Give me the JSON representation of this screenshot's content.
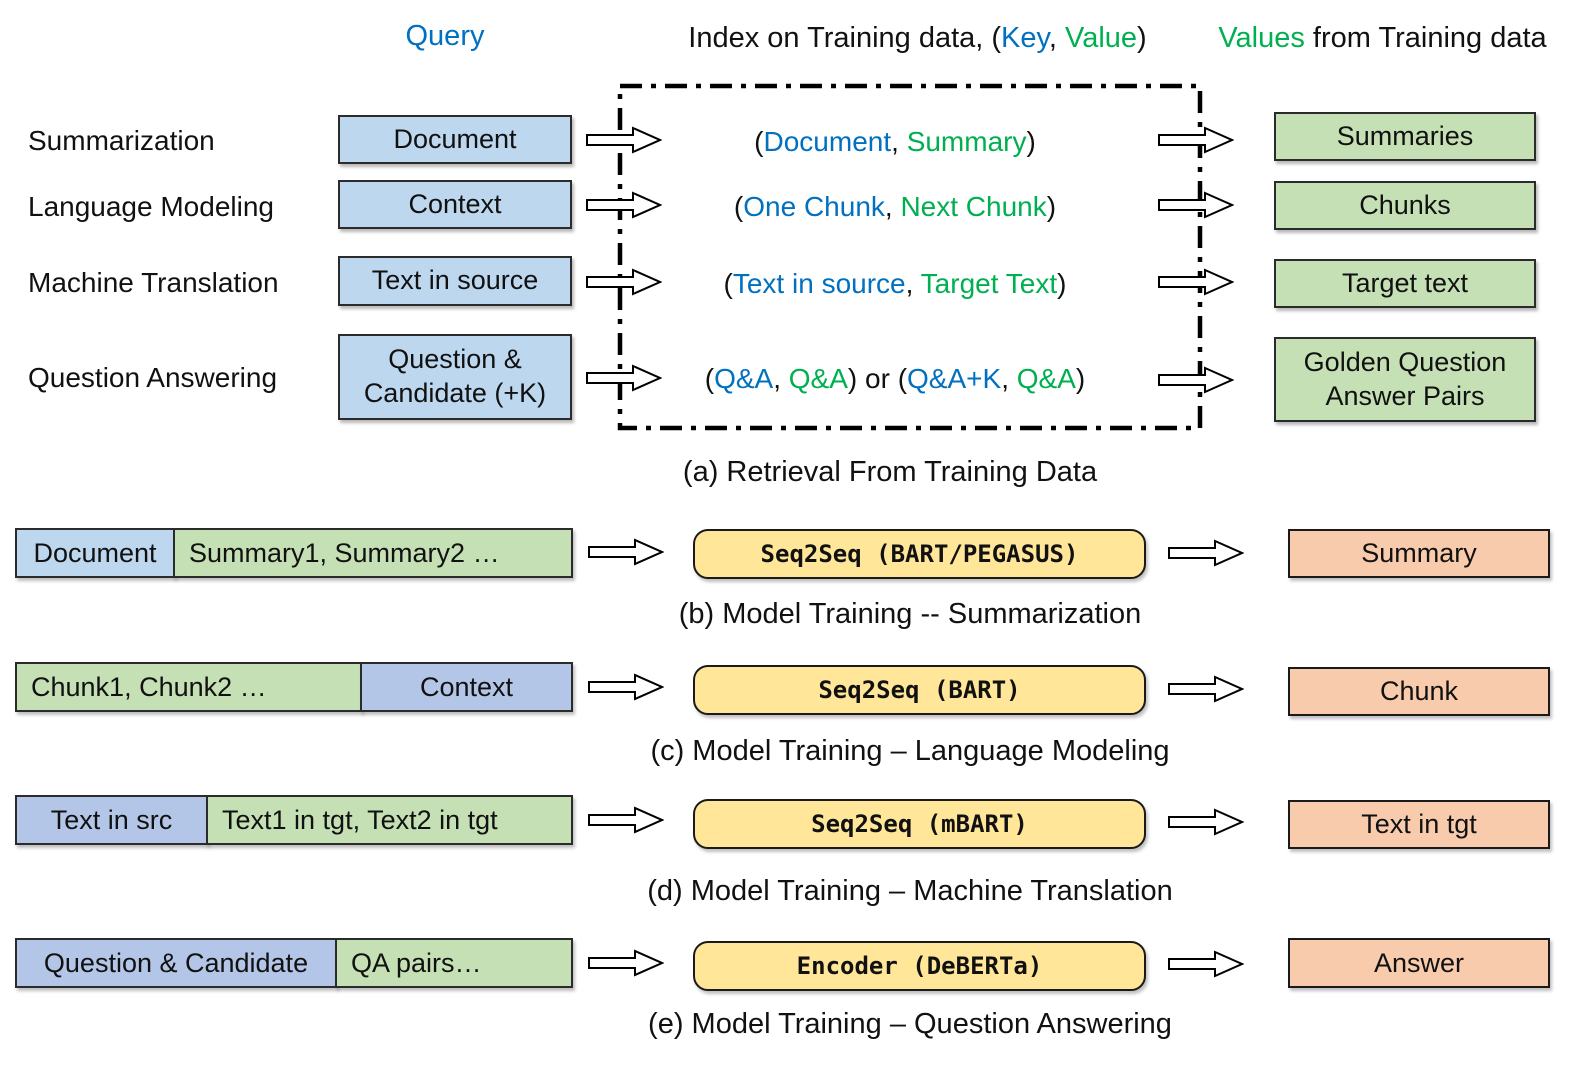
{
  "colors": {
    "key_text_blue": "#0070C0",
    "value_text_green": "#00B050",
    "query_box_blue": "#BDD7EE",
    "alt_box_blue": "#B4C6E7",
    "value_box_green": "#C5E0B4",
    "model_box_yellow": "#FFE699",
    "output_box_orange": "#F8CBAD"
  },
  "headers": {
    "query": "Query",
    "index": {
      "prefix": "Index on Training data, (",
      "key": "Key",
      "comma": ", ",
      "value": "Value",
      "suffix": ")"
    },
    "values": {
      "highlight": "Values",
      "rest": " from Training data"
    }
  },
  "retrieval": {
    "caption": "(a) Retrieval From Training Data",
    "rows": [
      {
        "task": "Summarization",
        "query": "Document",
        "pair": {
          "open": "(",
          "key": "Document",
          "comma": ", ",
          "value": "Summary",
          "close": ")"
        },
        "result": "Summaries"
      },
      {
        "task": "Language Modeling",
        "query": "Context",
        "pair": {
          "open": "(",
          "key": "One Chunk",
          "comma": ", ",
          "value": "Next Chunk",
          "close": ")"
        },
        "result": "Chunks"
      },
      {
        "task": "Machine Translation",
        "query": "Text in source",
        "pair": {
          "open": "(",
          "key": "Text in source",
          "comma": ", ",
          "value": "Target Text",
          "close": ")"
        },
        "result": "Target text"
      },
      {
        "task": "Question Answering",
        "query": "Question & Candidate (+K)",
        "pair": {
          "open": "(",
          "key": "Q&A",
          "comma": ", ",
          "value": "Q&A",
          "mid": ") or (",
          "key2": "Q&A+K",
          "comma2": ", ",
          "value2": "Q&A",
          "close": ")"
        },
        "result": "Golden Question Answer Pairs"
      }
    ]
  },
  "training": [
    {
      "caption": "(b) Model Training -- Summarization",
      "segments": [
        {
          "label": "Document"
        },
        {
          "label": "Summary1, Summary2 …"
        }
      ],
      "model": "Seq2Seq (BART/PEGASUS)",
      "output": "Summary"
    },
    {
      "caption": "(c) Model Training – Language Modeling",
      "segments": [
        {
          "label": "Chunk1, Chunk2 …"
        },
        {
          "label": "Context"
        }
      ],
      "model": "Seq2Seq (BART)",
      "output": "Chunk"
    },
    {
      "caption": "(d) Model Training – Machine Translation",
      "segments": [
        {
          "label": "Text in src"
        },
        {
          "label": "Text1 in tgt, Text2 in tgt"
        }
      ],
      "model": "Seq2Seq (mBART)",
      "output": "Text in tgt"
    },
    {
      "caption": "(e) Model Training – Question Answering",
      "segments": [
        {
          "label": "Question & Candidate"
        },
        {
          "label": "QA pairs…"
        }
      ],
      "model": "Encoder (DeBERTa)",
      "output": "Answer"
    }
  ]
}
